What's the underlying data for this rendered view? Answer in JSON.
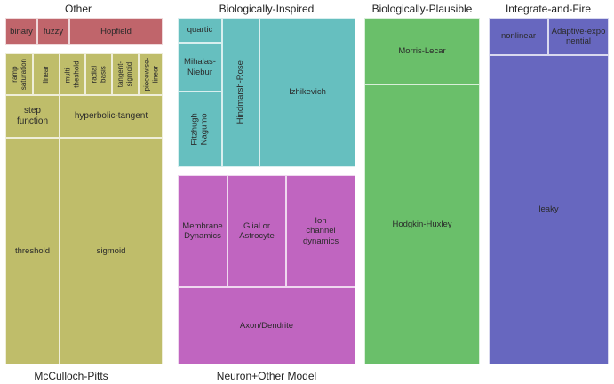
{
  "groups": {
    "other": "Other",
    "mcculloch": "McCulloch-Pitts",
    "bio_inspired": "Biologically-Inspired",
    "neuron_other": "Neuron+Other Model",
    "bio_plausible": "Biologically-Plausible",
    "iaf": "Integrate-and-Fire"
  },
  "other": [
    "binary",
    "fuzzy",
    "Hopfield"
  ],
  "mcculloch": [
    "ramp saturation",
    "linear",
    "multi-theshold",
    "radial basis",
    "tangent-sigmoid",
    "piecewise-linear",
    "step function",
    "hyperbolic-tangent",
    "threshold",
    "sigmoid"
  ],
  "bio_inspired": [
    "quartic",
    "Mihalas-Niebur",
    "Fitzhugh Nagumo",
    "Hindmarsh-Rose",
    "Izhikevich"
  ],
  "neuron_other": [
    "Membrane Dynamics",
    "Glial or Astrocyte",
    "Ion channel dynamics",
    "Axon/Dendrite"
  ],
  "bio_plausible": [
    "Morris-Lecar",
    "Hodgkin-Huxley"
  ],
  "iaf": [
    "nonlinear",
    "Adaptive-exponential",
    "leaky"
  ],
  "colors": {
    "other": "#c0656b",
    "mcculloch": "#bfbd6a",
    "bio_inspired": "#66bfbf",
    "neuron_other": "#c065c0",
    "bio_plausible": "#6abf6a",
    "iaf": "#6767bf"
  }
}
